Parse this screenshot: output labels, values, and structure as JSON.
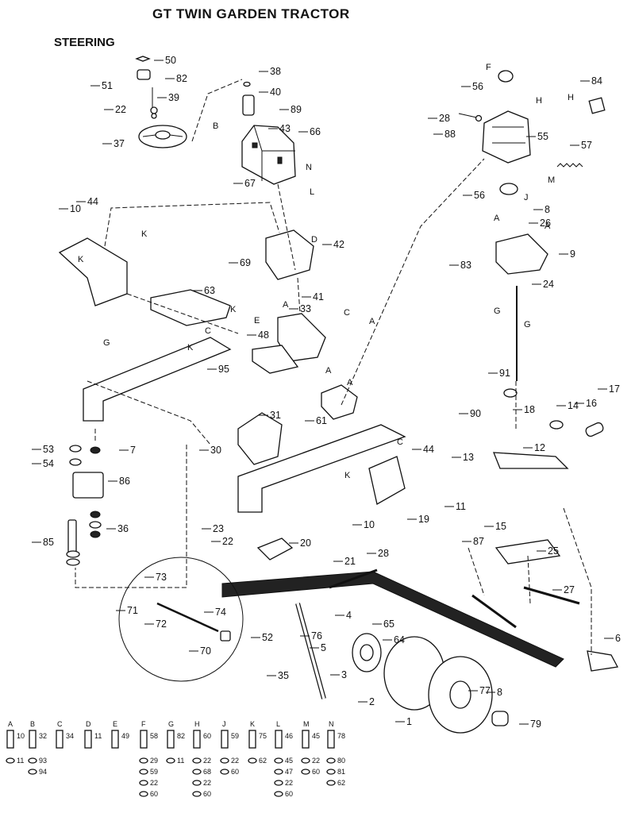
{
  "title": "GT TWIN GARDEN TRACTOR",
  "subtitle": "STEERING",
  "part_labels": [
    "50",
    "51",
    "82",
    "38",
    "40",
    "89",
    "39",
    "22",
    "37",
    "43",
    "66",
    "67",
    "28",
    "88",
    "56",
    "84",
    "55",
    "57",
    "10",
    "44",
    "42",
    "63",
    "69",
    "33",
    "41",
    "48",
    "95",
    "31",
    "53",
    "54",
    "7",
    "30",
    "86",
    "36",
    "85",
    "23",
    "22",
    "20",
    "73",
    "71",
    "72",
    "74",
    "70",
    "52",
    "35",
    "61",
    "44",
    "10",
    "21",
    "28",
    "19",
    "87",
    "4",
    "65",
    "64",
    "76",
    "3",
    "5",
    "2",
    "1",
    "77",
    "8",
    "79",
    "6",
    "27",
    "91",
    "90",
    "14",
    "16",
    "17",
    "12",
    "13",
    "18",
    "15",
    "25",
    "11",
    "26",
    "9",
    "83",
    "24",
    "8",
    "56"
  ],
  "keys": [
    "A",
    "B",
    "C",
    "D",
    "E",
    "F",
    "G",
    "H",
    "K",
    "L",
    "M",
    "N",
    "J"
  ],
  "hardware": [
    {
      "key": "A",
      "items": [
        "10",
        "11"
      ]
    },
    {
      "key": "B",
      "items": [
        "32",
        "93",
        "94"
      ]
    },
    {
      "key": "C",
      "items": [
        "34"
      ]
    },
    {
      "key": "D",
      "items": [
        "11"
      ]
    },
    {
      "key": "E",
      "items": [
        "49"
      ]
    },
    {
      "key": "F",
      "items": [
        "58",
        "29",
        "59",
        "22",
        "60"
      ]
    },
    {
      "key": "G",
      "items": [
        "82",
        "11"
      ]
    },
    {
      "key": "H",
      "items": [
        "60",
        "22",
        "68",
        "22",
        "60"
      ]
    },
    {
      "key": "J",
      "items": [
        "59",
        "22",
        "60"
      ]
    },
    {
      "key": "K",
      "items": [
        "75",
        "62"
      ]
    },
    {
      "key": "L",
      "items": [
        "46",
        "45",
        "47",
        "22",
        "60"
      ]
    },
    {
      "key": "M",
      "items": [
        "45",
        "22",
        "60"
      ]
    },
    {
      "key": "N",
      "items": [
        "78",
        "80",
        "81",
        "62"
      ]
    }
  ]
}
